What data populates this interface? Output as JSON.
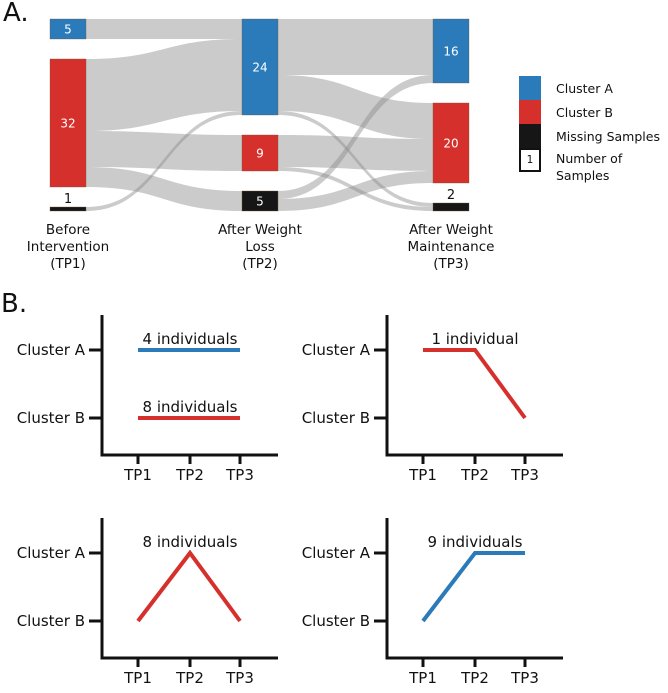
{
  "figure": {
    "panel_a_label": "A.",
    "panel_b_label": "B."
  },
  "colors": {
    "cluster_a": "#2b7bba",
    "cluster_b": "#d6302c",
    "missing": "#161616",
    "flow": "#8c8c8c",
    "flow_opacity": 0.45
  },
  "legend": {
    "items": [
      {
        "label": "Cluster A",
        "swatch": "cluster_a"
      },
      {
        "label": "Cluster B",
        "swatch": "cluster_b"
      },
      {
        "label": "Missing Samples",
        "swatch": "missing"
      },
      {
        "label": "Number of Samples",
        "swatch": "count_box",
        "value": "1"
      }
    ]
  },
  "chart_data": [
    {
      "type": "sankey",
      "title": "",
      "unit": "number of samples",
      "timepoints": [
        {
          "id": "TP1",
          "label_lines": [
            "Before",
            "Intervention",
            "(TP1)"
          ],
          "nodes": [
            {
              "cluster": "A",
              "value": 5
            },
            {
              "cluster": "B",
              "value": 32
            },
            {
              "cluster": "Missing",
              "value": 1
            }
          ]
        },
        {
          "id": "TP2",
          "label_lines": [
            "After Weight",
            "Loss",
            "(TP2)"
          ],
          "nodes": [
            {
              "cluster": "A",
              "value": 24
            },
            {
              "cluster": "B",
              "value": 9
            },
            {
              "cluster": "Missing",
              "value": 5
            }
          ]
        },
        {
          "id": "TP3",
          "label_lines": [
            "After Weight",
            "Maintenance",
            "(TP3)"
          ],
          "nodes": [
            {
              "cluster": "A",
              "value": 16
            },
            {
              "cluster": "B",
              "value": 20
            },
            {
              "cluster": "Missing",
              "value": 2
            }
          ]
        }
      ],
      "flows": [
        {
          "source": "TP1.A",
          "target": "TP2.A",
          "value": 5
        },
        {
          "source": "TP1.B",
          "target": "TP2.A",
          "value": 18
        },
        {
          "source": "TP1.B",
          "target": "TP2.B",
          "value": 9
        },
        {
          "source": "TP1.B",
          "target": "TP2.Missing",
          "value": 5
        },
        {
          "source": "TP1.Missing",
          "target": "TP2.A",
          "value": 1
        },
        {
          "source": "TP2.A",
          "target": "TP3.A",
          "value": 14
        },
        {
          "source": "TP2.A",
          "target": "TP3.B",
          "value": 9
        },
        {
          "source": "TP2.A",
          "target": "TP3.Missing",
          "value": 1
        },
        {
          "source": "TP2.B",
          "target": "TP3.B",
          "value": 8
        },
        {
          "source": "TP2.B",
          "target": "TP3.Missing",
          "value": 1
        },
        {
          "source": "TP2.Missing",
          "target": "TP3.A",
          "value": 2
        },
        {
          "source": "TP2.Missing",
          "target": "TP3.B",
          "value": 3
        }
      ]
    },
    {
      "type": "line",
      "position": "top-left",
      "x": [
        "TP1",
        "TP2",
        "TP3"
      ],
      "yticks": [
        "Cluster A",
        "Cluster B"
      ],
      "series": [
        {
          "label": "4 individuals",
          "color": "cluster_a",
          "values": [
            "A",
            "A",
            "A"
          ]
        },
        {
          "label": "8 individuals",
          "color": "cluster_b",
          "values": [
            "B",
            "B",
            "B"
          ]
        }
      ]
    },
    {
      "type": "line",
      "position": "top-right",
      "x": [
        "TP1",
        "TP2",
        "TP3"
      ],
      "yticks": [
        "Cluster A",
        "Cluster B"
      ],
      "series": [
        {
          "label": "1 individual",
          "color": "cluster_b",
          "values": [
            "A",
            "A",
            "B"
          ]
        }
      ]
    },
    {
      "type": "line",
      "position": "bottom-left",
      "x": [
        "TP1",
        "TP2",
        "TP3"
      ],
      "yticks": [
        "Cluster A",
        "Cluster B"
      ],
      "series": [
        {
          "label": "8 individuals",
          "color": "cluster_b",
          "values": [
            "B",
            "A",
            "B"
          ]
        }
      ]
    },
    {
      "type": "line",
      "position": "bottom-right",
      "x": [
        "TP1",
        "TP2",
        "TP3"
      ],
      "yticks": [
        "Cluster A",
        "Cluster B"
      ],
      "series": [
        {
          "label": "9 individuals",
          "color": "cluster_a",
          "values": [
            "B",
            "A",
            "A"
          ]
        }
      ]
    }
  ]
}
